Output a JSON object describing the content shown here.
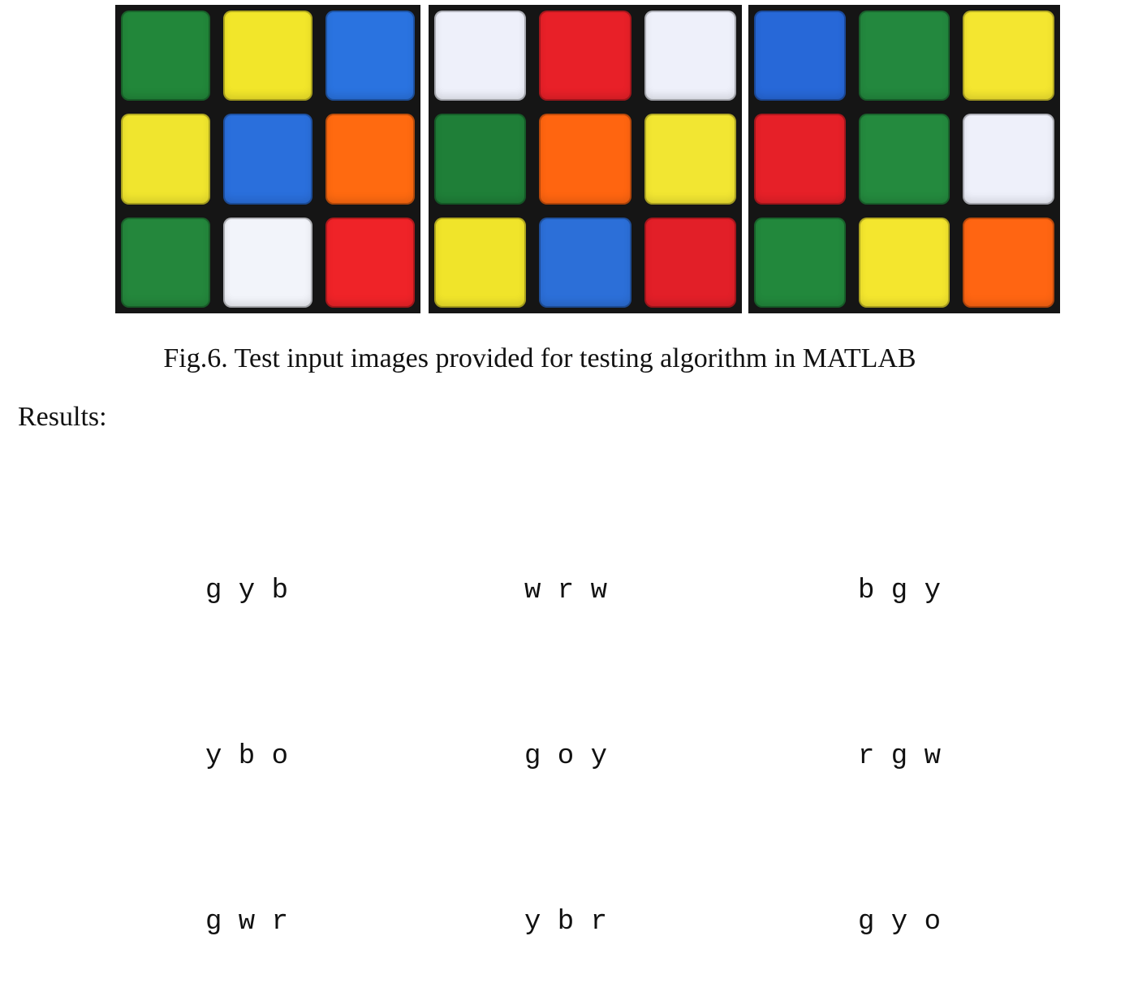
{
  "faces": [
    {
      "stickers": [
        "#22873a",
        "#f2e62a",
        "#2a73e0",
        "#f0e52e",
        "#2a6fdc",
        "#ff6a10",
        "#24873c",
        "#f2f4fa",
        "#ef2328"
      ]
    },
    {
      "stickers": [
        "#eef0fa",
        "#e82028",
        "#eef0fa",
        "#1f7f38",
        "#ff6510",
        "#f2e632",
        "#f0e42a",
        "#2c6fd8",
        "#e21f28"
      ]
    },
    {
      "stickers": [
        "#2768d8",
        "#23883e",
        "#f4e630",
        "#e62028",
        "#248a3e",
        "#eef0fa",
        "#22883c",
        "#f4e62e",
        "#ff6512"
      ]
    }
  ],
  "caption": "Fig.6. Test input images provided for testing algorithm in MATLAB",
  "results_label": "Results:",
  "results": [
    {
      "rows": [
        "g y b",
        "y b o",
        "g w r"
      ]
    },
    {
      "rows": [
        "w r w",
        "g o y",
        "y b r"
      ]
    },
    {
      "rows": [
        "b g y",
        "r g w",
        "g y o"
      ]
    }
  ]
}
